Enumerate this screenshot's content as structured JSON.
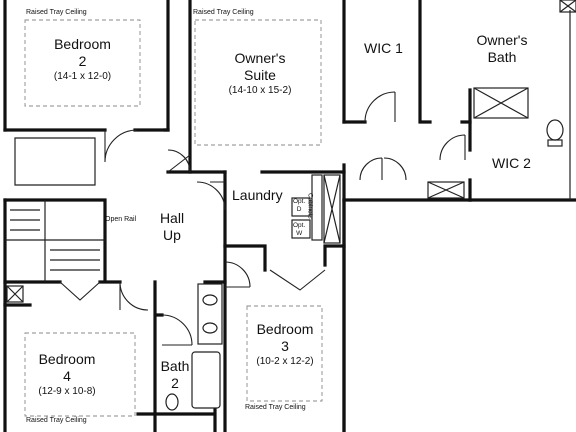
{
  "rooms": {
    "bedroom2": {
      "name_line1": "Bedroom",
      "name_line2": "2",
      "dims": "(14-1 x 12-0)",
      "ceiling": "Raised Tray Ceiling"
    },
    "owners_suite": {
      "name_line1": "Owner's",
      "name_line2": "Suite",
      "dims": "(14-10 x 15-2)",
      "ceiling": "Raised Tray Ceiling"
    },
    "wic1": {
      "name": "WIC 1"
    },
    "owners_bath": {
      "name_line1": "Owner's",
      "name_line2": "Bath"
    },
    "wic2": {
      "name": "WIC 2"
    },
    "laundry": {
      "name": "Laundry",
      "cabinets": "Cabinets",
      "opt_d": "Opt.\nD",
      "opt_w": "Opt.\nW"
    },
    "hall": {
      "name_line1": "Hall",
      "name_line2": "Up",
      "open_rail": "Open Rail"
    },
    "bedroom3": {
      "name_line1": "Bedroom",
      "name_line2": "3",
      "dims": "(10-2 x 12-2)",
      "ceiling": "Raised Tray Ceiling"
    },
    "bedroom4": {
      "name_line1": "Bedroom",
      "name_line2": "4",
      "dims": "(12-9 x 10-8)",
      "ceiling": "Raised Tray Ceiling"
    },
    "bath2": {
      "name_line1": "Bath",
      "name_line2": "2"
    }
  }
}
